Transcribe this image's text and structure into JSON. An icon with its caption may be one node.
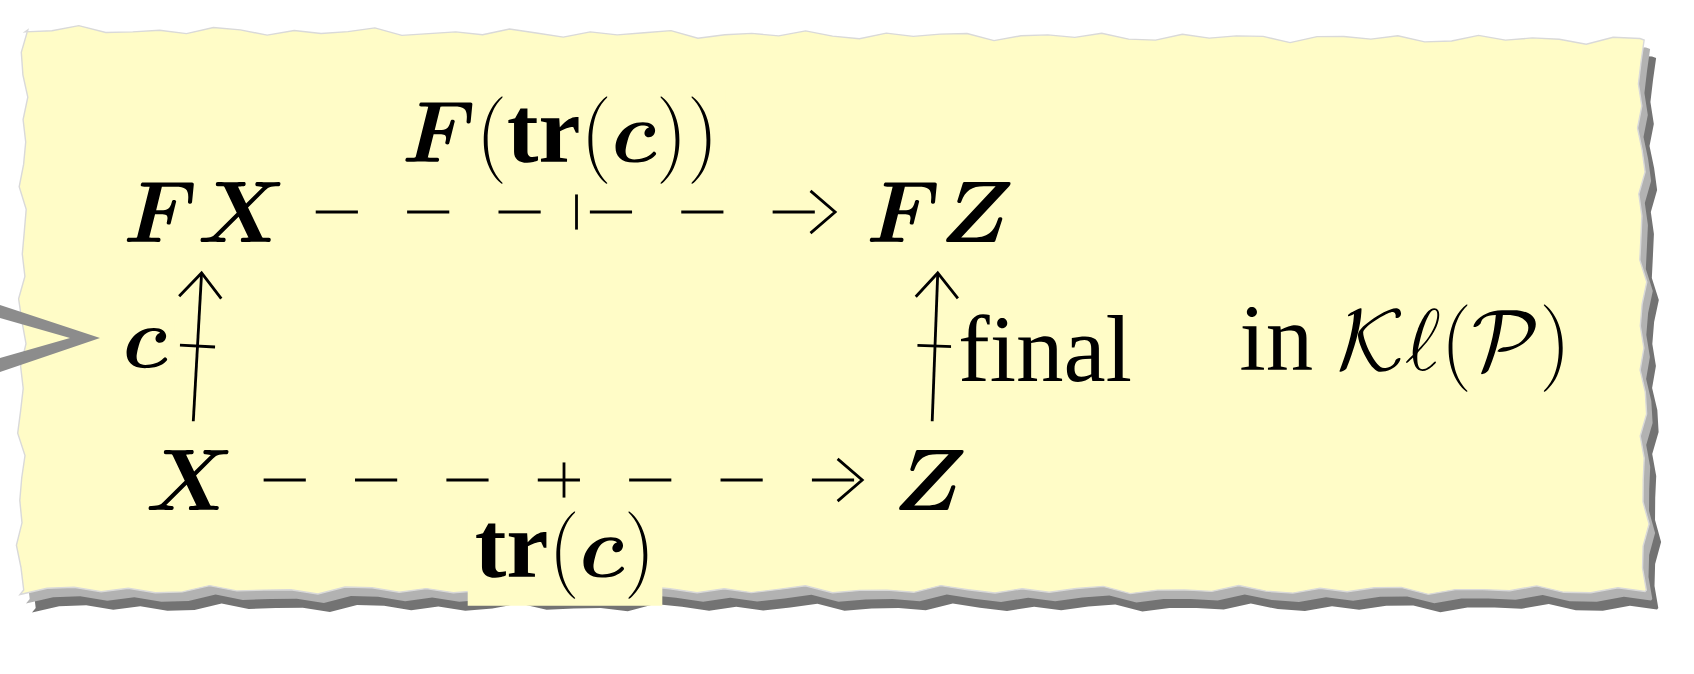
{
  "diagram": {
    "nodes": [
      {
        "text": [
          "\\bm{F X}"
        ]
      },
      {
        "text": [
          "\\bm{F Z}"
        ]
      },
      {
        "text": [
          "\\bm{X}"
        ]
      },
      {
        "text": [
          "\\bm{Z}"
        ]
      }
    ],
    "edges": [
      {
        "from": 0,
        "to": 1,
        "arrow": "to",
        "style": "dashed",
        "label": "\\bm{F}(\\mathbf{tr}(\\bm{c}))"
      },
      {
        "from": 2,
        "to": 0,
        "arrow": "to",
        "label": "\\bm{c}"
      },
      {
        "from": 3,
        "to": 1,
        "arrow": "to",
        "label": "\\text{final}"
      },
      {
        "from": 2,
        "to": 3,
        "arrow": "to",
        "style": "dashed",
        "label": "\\mathbf{tr}(\\bm{c})"
      }
    ],
    "labels": [
      "\\text{in } \\mathcal{K}\\ell(\\mathcal{P})"
    ]
  }
}
